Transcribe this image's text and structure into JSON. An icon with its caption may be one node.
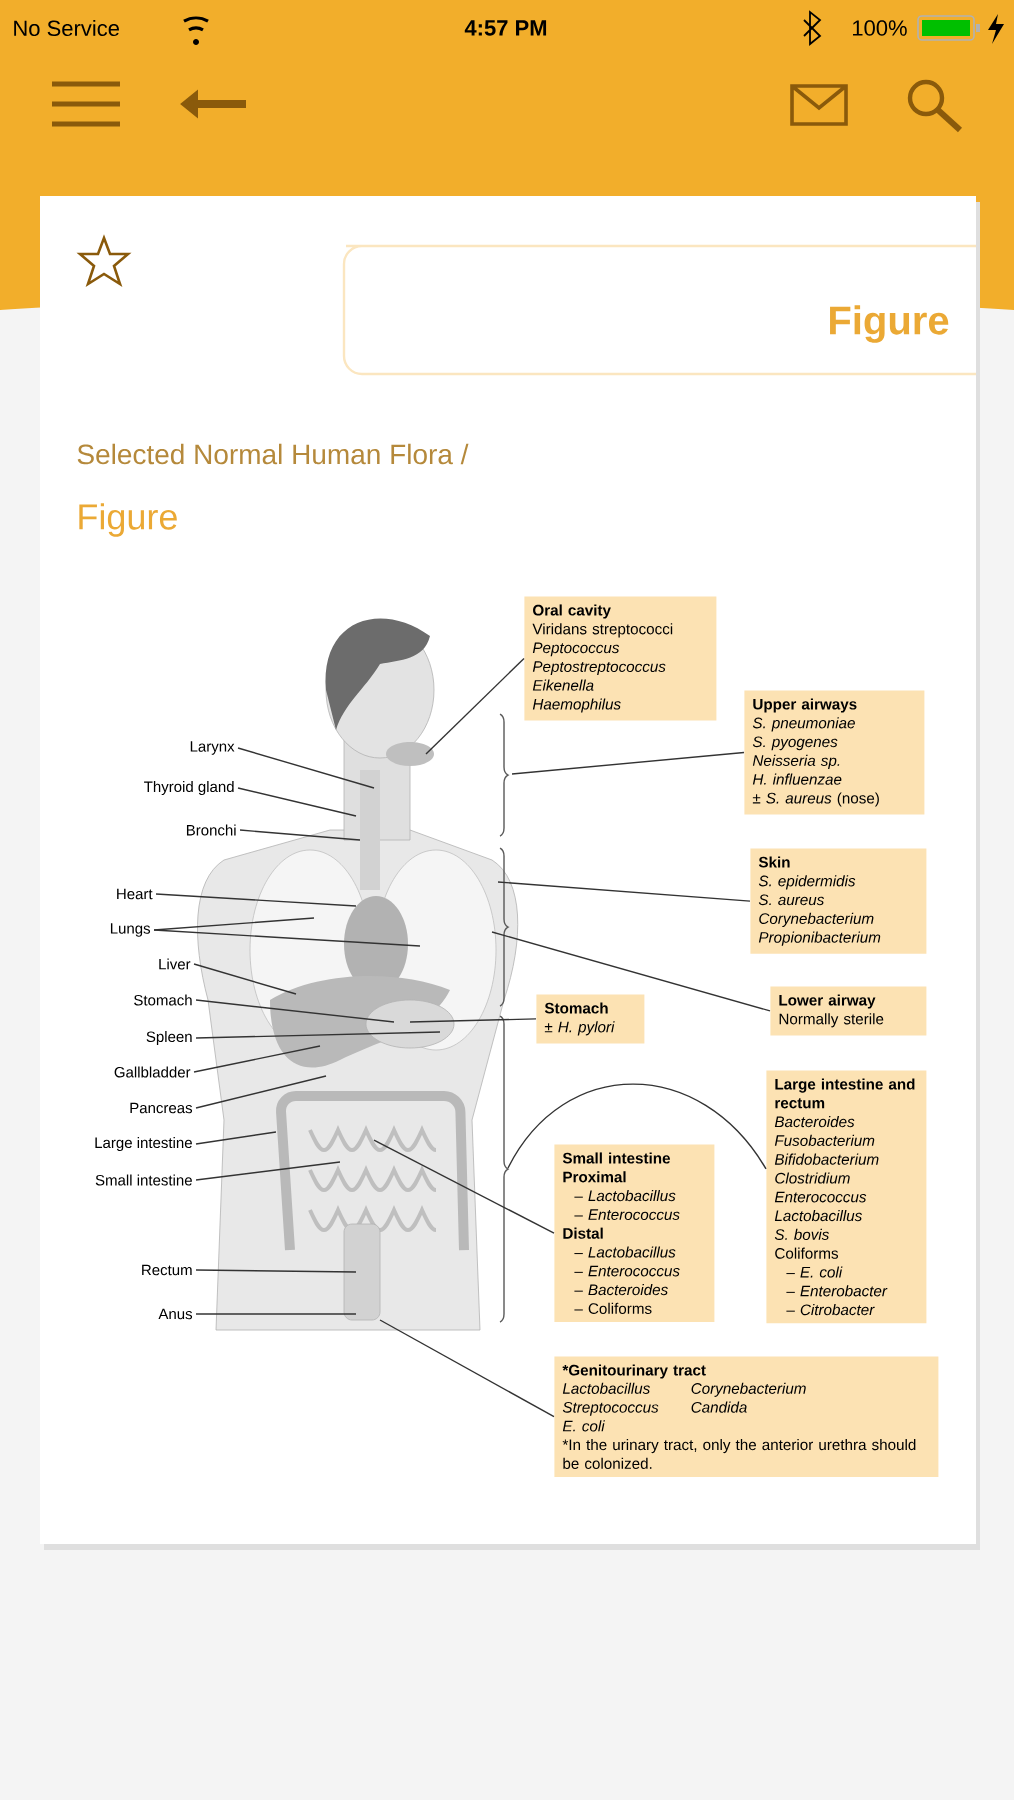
{
  "diagram": {
    "nodes": [
      {
        "text": [
          "Larynx"
        ]
      },
      {
        "text": [
          "Thyroid gland"
        ]
      },
      {
        "text": [
          "Bronchi"
        ]
      },
      {
        "text": [
          "Heart"
        ]
      },
      {
        "text": [
          "Lungs"
        ]
      },
      {
        "text": [
          "Liver"
        ]
      },
      {
        "text": [
          "Stomach"
        ]
      },
      {
        "text": [
          "Spleen"
        ]
      },
      {
        "text": [
          "Gallbladder"
        ]
      },
      {
        "text": [
          "Pancreas"
        ]
      },
      {
        "text": [
          "Large intestine"
        ]
      },
      {
        "text": [
          "Small intestine"
        ]
      },
      {
        "text": [
          "Rectum"
        ]
      },
      {
        "text": [
          "Anus"
        ]
      },
      {
        "text": [
          "Oral cavity",
          "Viridans streptococci",
          "*Peptococcus*",
          "*Peptostreptococcus*",
          "*Eikenella*",
          "*Haemophilus*"
        ]
      },
      {
        "text": [
          "Upper airways",
          "*S. pneumoniae*",
          "*S. pyogenes*",
          "*Neisseria sp.*",
          "*H. influenzae*",
          "± *S. aureus* (nose)"
        ]
      },
      {
        "text": [
          "Skin",
          "*S. epidermidis*",
          "*S. aureus*",
          "*Corynebacterium*",
          "*Propionibacterium*"
        ]
      },
      {
        "text": [
          "Lower airway",
          "Normally sterile"
        ]
      },
      {
        "text": [
          "Stomach",
          "± *H. pylori*"
        ]
      },
      {
        "text": [
          "Large intestine and rectum",
          "*Bacteroides*",
          "*Fusobacterium*",
          "*Bifidobacterium*",
          "*Clostridium*",
          "*Enterococcus*",
          "*Lactobacillus*",
          "*S. bovis*",
          "Coliforms",
          "– *E. coli*",
          "– *Enterobacter*",
          "– *Citrobacter*"
        ]
      },
      {
        "text": [
          "Small intestine",
          "**Proximal**",
          "– *Lactobacillus*",
          "– *Enterococcus*",
          "**Distal**",
          "– *Lactobacillus*",
          "– *Enterococcus*",
          "– *Bacteroides*",
          "– Coliforms"
        ]
      },
      {
        "text": [
          "*Genitourinary tract",
          "*Lactobacillus*",
          "*Corynebacterium*",
          "*Streptococcus*",
          "*Candida*",
          "*E. coli*",
          "*In the urinary tract, only the anterior urethra should be colonized."
        ]
      }
    ],
    "edges": [
      {
        "from": 0,
        "to": null,
        "arrow": "none"
      },
      {
        "from": 1,
        "to": null,
        "arrow": "none"
      },
      {
        "from": 2,
        "to": null,
        "arrow": "none"
      },
      {
        "from": 3,
        "to": null,
        "arrow": "none"
      },
      {
        "from": 4,
        "to": null,
        "arrow": "none"
      },
      {
        "from": 4,
        "to": null,
        "arrow": "none"
      },
      {
        "from": 5,
        "to": null,
        "arrow": "none"
      },
      {
        "from": 6,
        "to": null,
        "arrow": "none"
      },
      {
        "from": 7,
        "to": null,
        "arrow": "none"
      },
      {
        "from": 8,
        "to": null,
        "arrow": "none"
      },
      {
        "from": 9,
        "to": null,
        "arrow": "none"
      },
      {
        "from": 10,
        "to": null,
        "arrow": "none"
      },
      {
        "from": 11,
        "to": null,
        "arrow": "none"
      },
      {
        "from": 12,
        "to": null,
        "arrow": "none"
      },
      {
        "from": 13,
        "to": null,
        "arrow": "none"
      },
      {
        "from": 14,
        "to": null,
        "arrow": "none"
      },
      {
        "from": 15,
        "to": null,
        "arrow": "none"
      },
      {
        "from": 16,
        "to": null,
        "arrow": "none"
      },
      {
        "from": 17,
        "to": null,
        "arrow": "none"
      },
      {
        "from": 18,
        "to": null,
        "arrow": "none"
      },
      {
        "from": 19,
        "to": null,
        "arrow": "none"
      },
      {
        "from": 20,
        "to": null,
        "arrow": "none"
      },
      {
        "from": 21,
        "to": null,
        "arrow": "none"
      }
    ],
    "labels": [
      "No Service",
      "4:57 PM",
      "100%",
      "Figure",
      "Selected Normal Human Flora /",
      "Figure"
    ]
  }
}
